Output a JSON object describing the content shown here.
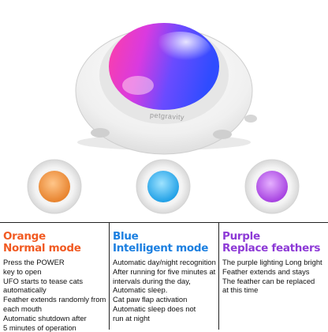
{
  "modes": [
    {
      "name": "Orange",
      "title": "Normal mode",
      "description": "Press the POWER\nkey to open\nUFO starts to tease cats\nautomatically\nFeather extends randomly from\neach mouth\nAutomatic shutdown after\n5 minutes of operation"
    },
    {
      "name": "Blue",
      "title": "Intelligent mode",
      "description": "Automatic day/night recognition\nAfter running for five minutes at\nintervals during the day,\nAutomatic sleep.\nCat paw flap activation\nAutomatic sleep does not\nrun at night"
    },
    {
      "name": "Purple",
      "title": "Replace feathers",
      "description": "The purple lighting Long bright\nFeather extends and stays\nThe feather can be replaced\nat this time"
    }
  ],
  "brand": "petgravity",
  "colors": {
    "orange": "#f15a22",
    "blue": "#1b7fe0",
    "purple": "#8d3ad6"
  }
}
